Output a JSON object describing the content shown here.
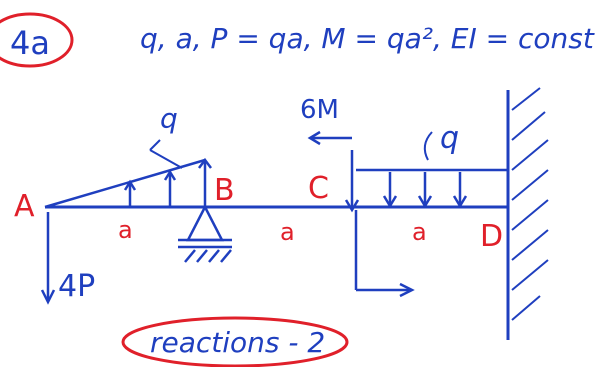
{
  "problem": {
    "number": "4a",
    "given": "q, a, P = qa, M = qa², EI = const",
    "task": "reactions - 2"
  },
  "beam": {
    "points": {
      "A": "A",
      "B": "B",
      "C": "C",
      "D": "D"
    },
    "spans": [
      "a",
      "a",
      "a"
    ],
    "load_distributed_left": "q",
    "load_distributed_right": "q",
    "force": "4P",
    "moment": "6M"
  },
  "colors": {
    "blue_ink": "#1f3fbf",
    "red_ink": "#e0202a",
    "paper": "#ffffff"
  }
}
